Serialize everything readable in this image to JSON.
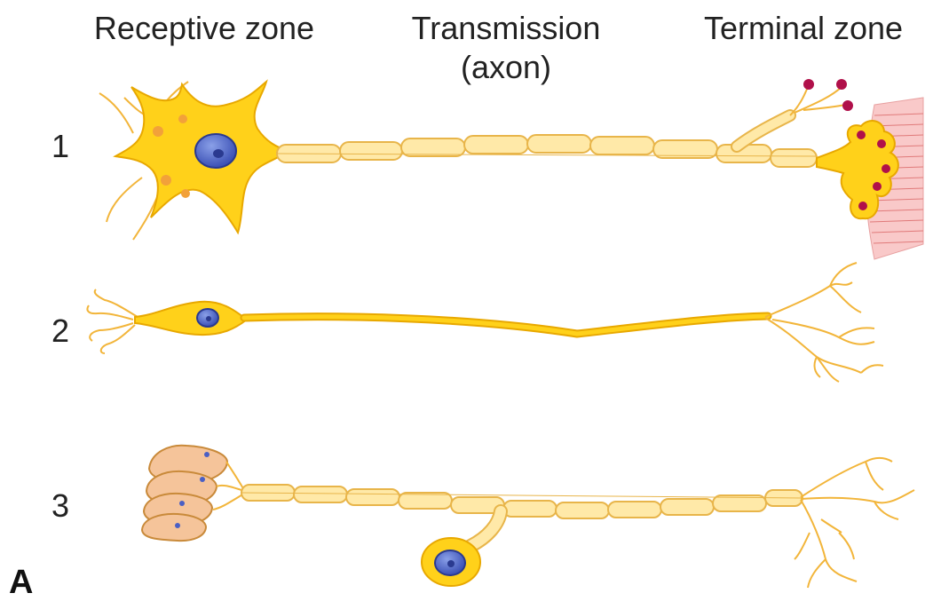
{
  "headers": {
    "receptive": "Receptive zone",
    "transmission_line1": "Transmission",
    "transmission_line2": "(axon)",
    "terminal": "Terminal zone"
  },
  "rows": [
    "1",
    "2",
    "3"
  ],
  "panel_label": "A",
  "colors": {
    "cell_body": "#ffd11a",
    "cell_outline": "#e8a800",
    "myelin": "#ffe9a8",
    "myelin_outline": "#e8b54a",
    "nucleus": "#4a5fc4",
    "nucleus_light": "#8aa0e8",
    "vesicle": "#b0104a",
    "synapse_spine": "#f2a13a",
    "muscle": "#f9c9c9",
    "muscle_lines": "#e07a7a",
    "receptor_cells": "#f5c49a",
    "receptor_outline": "#c98a3a"
  }
}
